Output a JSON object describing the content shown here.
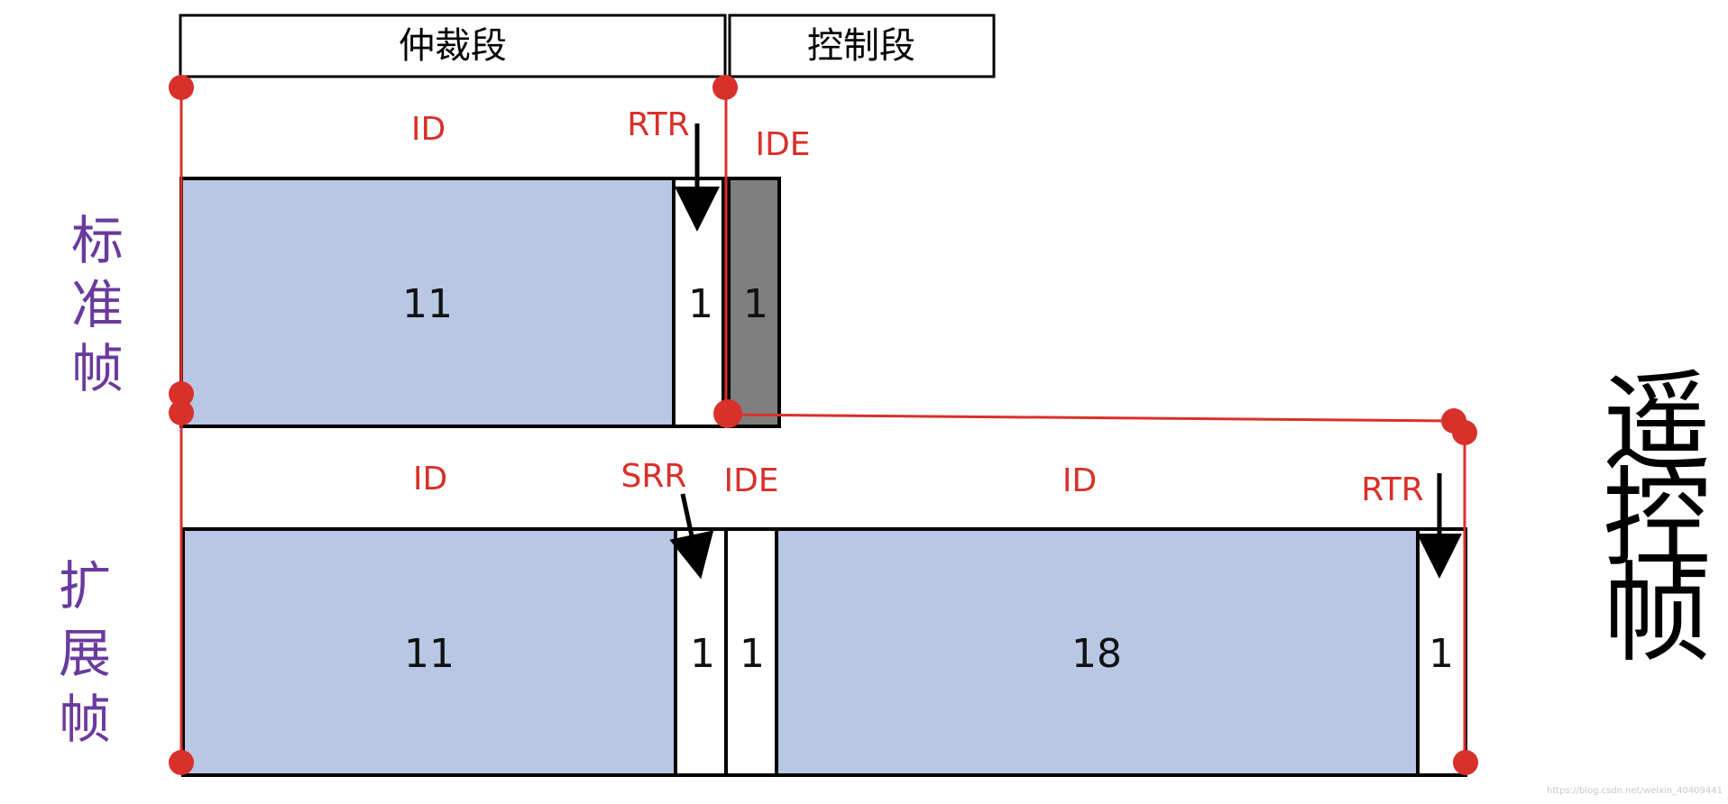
{
  "header": {
    "arbitration": "仲裁段",
    "control": "控制段"
  },
  "side": {
    "standard": [
      "标",
      "准",
      "帧"
    ],
    "extended": [
      "扩",
      "展",
      "帧"
    ],
    "remote": [
      "遥",
      "控",
      "帧"
    ]
  },
  "standard_frame": {
    "labels": {
      "id": "ID",
      "rtr": "RTR",
      "ide": "IDE"
    },
    "fields": [
      "11",
      "1",
      "1"
    ]
  },
  "extended_frame": {
    "labels": {
      "id1": "ID",
      "srr": "SRR",
      "ide": "IDE",
      "id2": "ID",
      "rtr": "RTR"
    },
    "fields": [
      "11",
      "1",
      "1",
      "18",
      "1"
    ]
  },
  "colors": {
    "id_fill": "#b8c7e4",
    "ide_fill": "#7f7f7f",
    "annotation": "#d9302b",
    "side_text": "#6a3a9e"
  },
  "watermark": "https://blog.csdn.net/weixin_40409441"
}
